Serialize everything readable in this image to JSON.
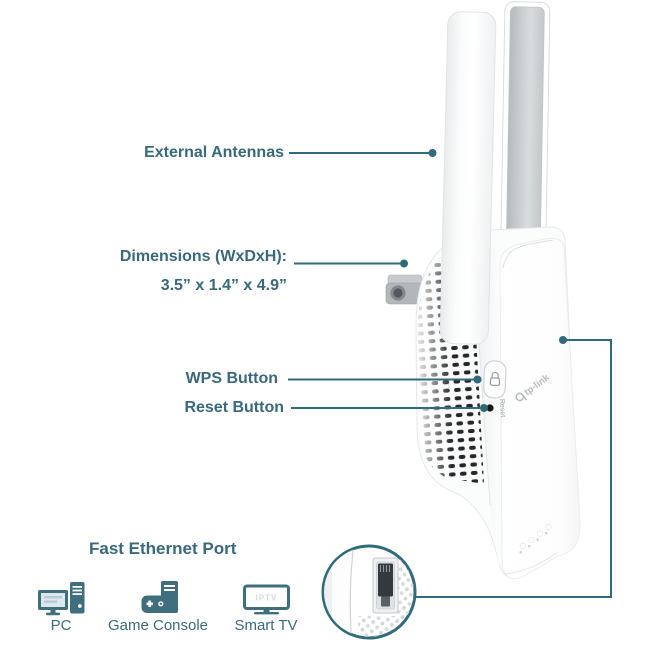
{
  "colors": {
    "accent_teal": "#2f6b7a",
    "label_text": "#38697d",
    "icon_teal": "#3f6e7e",
    "vent_hole": "#24282b",
    "antenna_gray": "#c7cbcd"
  },
  "callouts": {
    "external_antennas": {
      "label": "External Antennas"
    },
    "dimensions": {
      "label": "Dimensions (WxDxH):",
      "value": "3.5” x 1.4” x 4.9”"
    },
    "wps": {
      "label": "WPS Button"
    },
    "reset": {
      "label": "Reset Button"
    },
    "ethernet": {
      "label": "Fast Ethernet Port"
    }
  },
  "device": {
    "brand": "tp-link",
    "reset_marking": "Reset"
  },
  "connected_devices": [
    {
      "icon": "pc-icon",
      "label": "PC"
    },
    {
      "icon": "game-console-icon",
      "label": "Game Console"
    },
    {
      "icon": "smart-tv-icon",
      "label": "Smart TV",
      "screen_text": "IPTV"
    }
  ]
}
